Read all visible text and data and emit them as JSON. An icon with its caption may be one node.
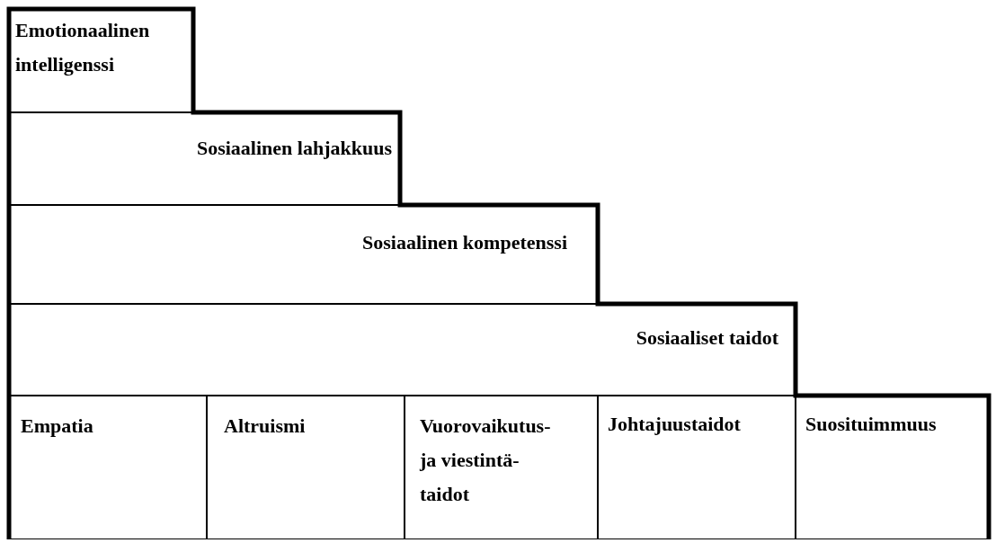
{
  "diagram": {
    "nodes": [
      {
        "text": [
          "Emotionaalinen intelligenssi"
        ]
      },
      {
        "text": [
          "Sosiaalinen lahjakkuus"
        ]
      },
      {
        "text": [
          "Sosiaalinen kompetenssi"
        ]
      },
      {
        "text": [
          "Sosiaaliset taidot"
        ]
      },
      {
        "text": [
          "Empatia"
        ]
      },
      {
        "text": [
          "Altruismi"
        ]
      },
      {
        "text": [
          "Vuorovaikutus- ja viestintä- taidot"
        ]
      },
      {
        "text": [
          "Johtajuustaidot"
        ]
      },
      {
        "text": [
          "Suosituimmuus"
        ]
      }
    ]
  }
}
